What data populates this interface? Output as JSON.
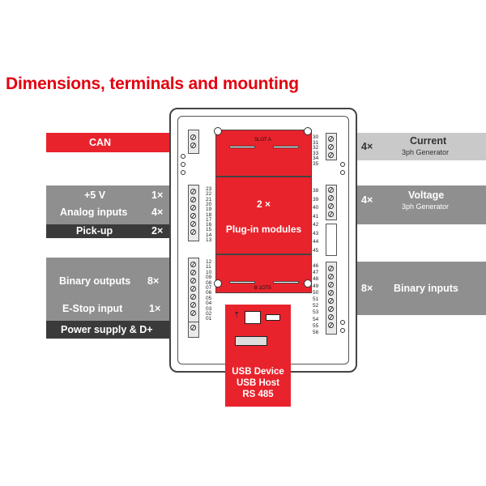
{
  "title": "Dimensions, terminals and mounting",
  "left_bands": {
    "can": "CAN",
    "plus5v": {
      "label": "+5 V",
      "count": "1×"
    },
    "analog": {
      "label": "Analog inputs",
      "count": "4×"
    },
    "pickup": {
      "label": "Pick-up",
      "count": "2×"
    },
    "binary_outputs": {
      "label": "Binary outputs",
      "count": "8×"
    },
    "estop": {
      "label": "E-Stop input",
      "count": "1×"
    },
    "power": "Power supply & D+"
  },
  "right_bands": {
    "current": {
      "count": "4×",
      "label": "Current",
      "sub": "3ph Generator"
    },
    "voltage": {
      "count": "4×",
      "label": "Voltage",
      "sub": "3ph Generator"
    },
    "binary_inputs": {
      "count": "8×",
      "label": "Binary inputs"
    }
  },
  "plugin": {
    "slot_a": "SLOT A",
    "slot_b": "B 1OT5",
    "count": "2 ×",
    "label": "Plug-in modules"
  },
  "usb": {
    "line1": "USB Device",
    "line2": "USB Host",
    "line3": "RS 485"
  },
  "pins_left_top": [
    "23",
    "22",
    "21",
    "20",
    "19",
    "18",
    "17",
    "16",
    "15",
    "14",
    "13"
  ],
  "pins_left_mid": [
    "12",
    "11",
    "10",
    "09",
    "08",
    "07",
    "06",
    "05",
    "04",
    "03",
    "02",
    "01"
  ],
  "pins_right_top": [
    "30",
    "31",
    "32",
    "33",
    "34",
    "35"
  ],
  "pins_right_mid": [
    "38",
    "39",
    "40",
    "41",
    "42",
    "43",
    "44",
    "45"
  ],
  "pins_right_bot": [
    "46",
    "47",
    "48",
    "49",
    "50",
    "51",
    "52",
    "53",
    "54",
    "55",
    "56"
  ],
  "colors": {
    "accent": "#e8232c",
    "grey": "#8f8f8f",
    "dark": "#3a3a3a",
    "light_grey": "#c9c9c9"
  }
}
